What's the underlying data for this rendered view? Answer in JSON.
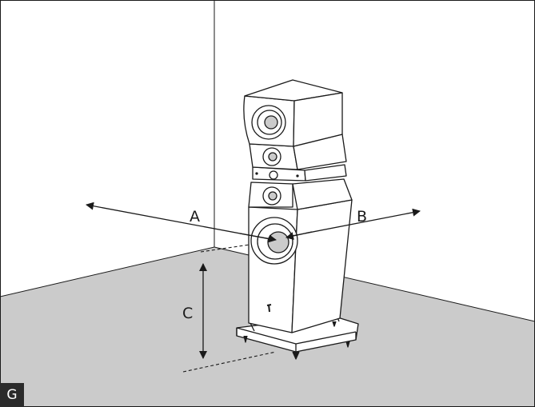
{
  "labels": {
    "distance_a": "A",
    "distance_b": "B",
    "height_c": "C"
  },
  "figure_tag": "G",
  "colors": {
    "floor": "#cbcbcb",
    "line": "#1a1a1a",
    "tag_bg": "#2b2b2b",
    "speaker_fill": "#ffffff"
  },
  "icons": {
    "speaker": "floorstanding-speaker-icon",
    "logo": "brand-logo-icon"
  }
}
